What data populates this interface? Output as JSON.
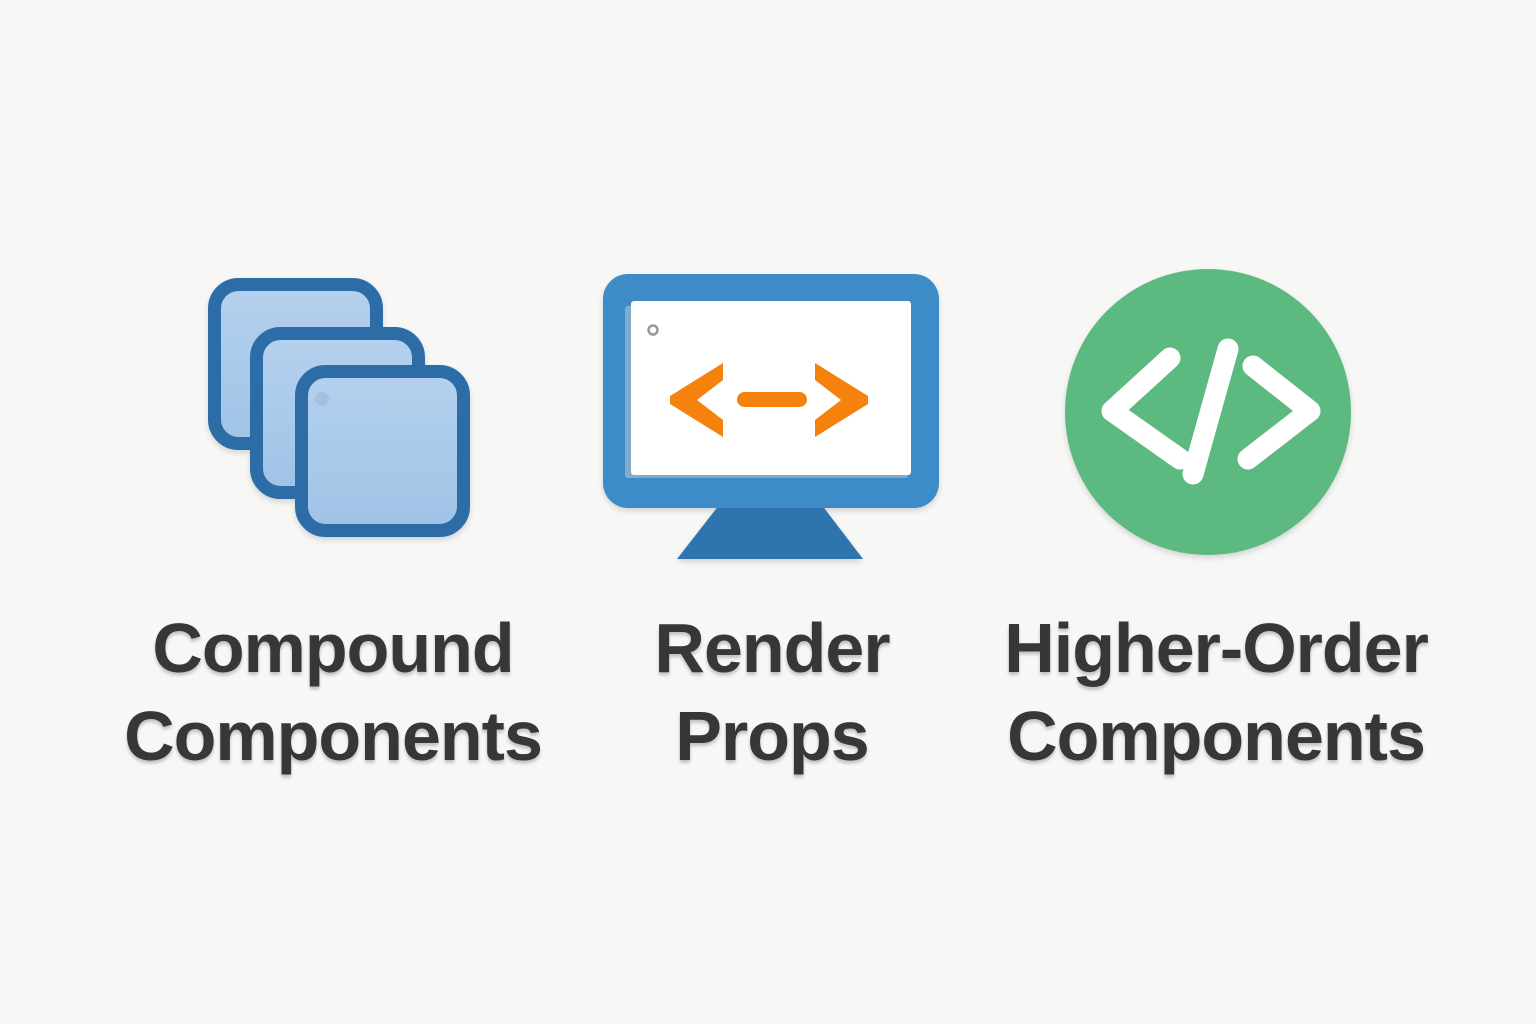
{
  "background": "#f7f7f6",
  "text_color": "#373737",
  "concepts": [
    {
      "label": "Compound\nComponents",
      "icon": "stacked-squares-icon",
      "colors": {
        "border": "#2d6da7",
        "fill_light": "#b5d1ee",
        "fill_dark": "#9fc3e6",
        "corner_dot": "#8fb2d6"
      }
    },
    {
      "label": "Render\nProps",
      "icon": "monitor-code-arrows-icon",
      "colors": {
        "frame": "#3d8cc7",
        "stand": "#2e74ae",
        "screen": "#ffffff",
        "screen_shadow": "#b9c6d0",
        "camera_dot": "#999999",
        "arrow": "#f5820d"
      }
    },
    {
      "label": "Higher-Order\nComponents",
      "icon": "code-circle-icon",
      "colors": {
        "circle": "#5cb97f",
        "glyph": "#ffffff"
      }
    }
  ]
}
